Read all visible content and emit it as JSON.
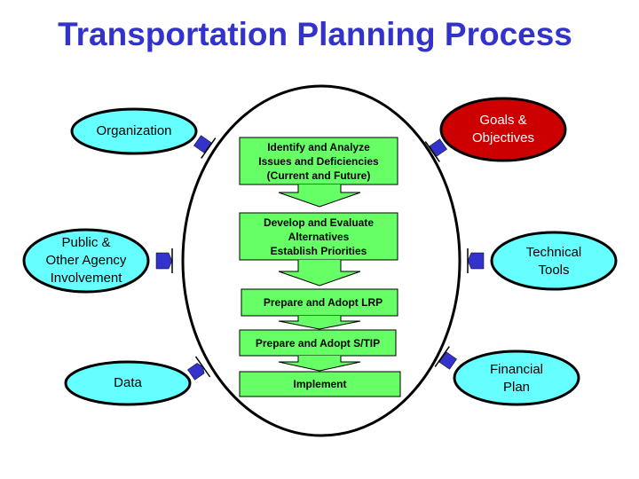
{
  "title": "Transportation Planning Process",
  "colors": {
    "title": "#3333cc",
    "input_fill": "#66ffff",
    "goals_fill": "#cc0000",
    "step_fill": "#66ff66",
    "connector": "#3333cc",
    "outline": "#000000"
  },
  "inputs_left": [
    {
      "id": "organization",
      "label": "Organization"
    },
    {
      "id": "public",
      "label_lines": [
        "Public &",
        "Other Agency",
        "Involvement"
      ]
    },
    {
      "id": "data",
      "label": "Data"
    }
  ],
  "inputs_right": [
    {
      "id": "goals",
      "label_lines": [
        "Goals &",
        "Objectives"
      ]
    },
    {
      "id": "technical",
      "label_lines": [
        "Technical",
        "Tools"
      ]
    },
    {
      "id": "financial",
      "label_lines": [
        "Financial",
        "Plan"
      ]
    }
  ],
  "process_steps": [
    {
      "lines": [
        "Identify and Analyze",
        "Issues and Deficiencies",
        "(Current and Future)"
      ]
    },
    {
      "lines": [
        "Develop and Evaluate",
        "Alternatives",
        "Establish Priorities"
      ]
    },
    {
      "lines": [
        "Prepare and Adopt LRP"
      ]
    },
    {
      "lines": [
        "Prepare and Adopt S/TIP"
      ]
    },
    {
      "lines": [
        "Implement"
      ]
    }
  ]
}
